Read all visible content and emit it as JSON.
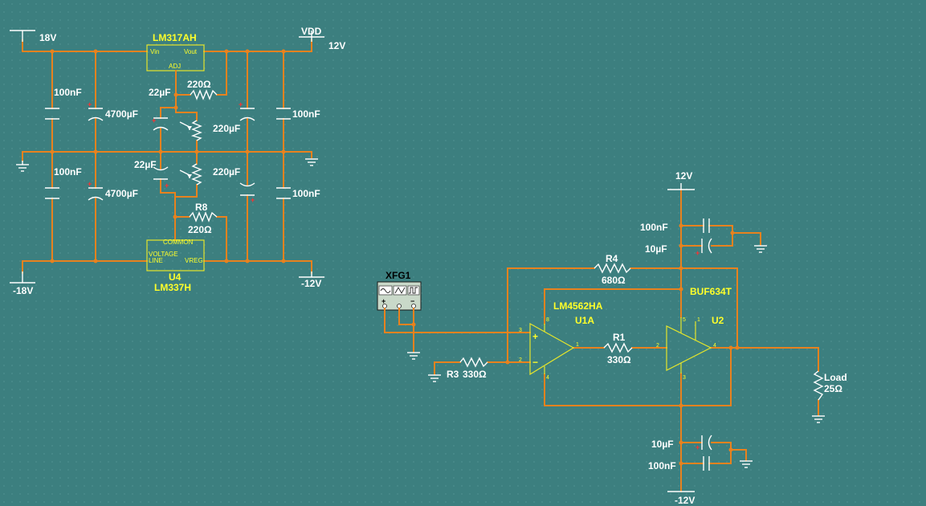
{
  "supply": {
    "pos_in": "18V",
    "neg_in": "-18V",
    "vdd": "VDD",
    "pos_out": "12V",
    "neg_out": "-12V",
    "reg_pos": {
      "name": "LM317AH",
      "vin": "Vin",
      "vout": "Vout",
      "adj": "ADJ"
    },
    "reg_neg": {
      "ref": "U4",
      "name": "LM337H",
      "common": "COMMON",
      "vin_line1": "VOLTAGE",
      "vin_line2": "LINE",
      "vreg": "VREG"
    },
    "c_top_left": "100nF",
    "c_top_bulk": "4700µF",
    "c_adj_top": "22µF",
    "r_top": "220Ω",
    "c_out_top": "220µF",
    "c_top_right": "100nF",
    "c_bot_left": "100nF",
    "c_bot_bulk": "4700µF",
    "c_adj_bot": "22µF",
    "r_bot_ref": "R8",
    "r_bot": "220Ω",
    "c_out_bot": "220µF",
    "c_bot_right": "100nF"
  },
  "amp": {
    "vpos": "12V",
    "vneg": "-12V",
    "gen": {
      "name": "XFG1",
      "plus": "+",
      "minus": "−"
    },
    "opamp": {
      "part": "LM4562HA",
      "ref": "U1A",
      "plus": "+",
      "minus": "−",
      "pin_in_pos": "3",
      "pin_in_neg": "2",
      "pin_out": "1",
      "pin_vp": "8",
      "pin_vn": "4"
    },
    "buffer": {
      "part": "BUF634T",
      "ref": "U2",
      "pin_in": "2",
      "pin_out": "4",
      "pin_vp": "5",
      "pin_bw": "1",
      "pin_vn": "3"
    },
    "r4": {
      "ref": "R4",
      "value": "680Ω"
    },
    "r1": {
      "ref": "R1",
      "value": "330Ω"
    },
    "r3": {
      "ref": "R3",
      "value": "330Ω"
    },
    "load": {
      "ref": "Load",
      "value": "25Ω"
    },
    "c_pos_small": "100nF",
    "c_pos_bulk": "10µF",
    "c_neg_bulk": "10µF",
    "c_neg_small": "100nF"
  }
}
